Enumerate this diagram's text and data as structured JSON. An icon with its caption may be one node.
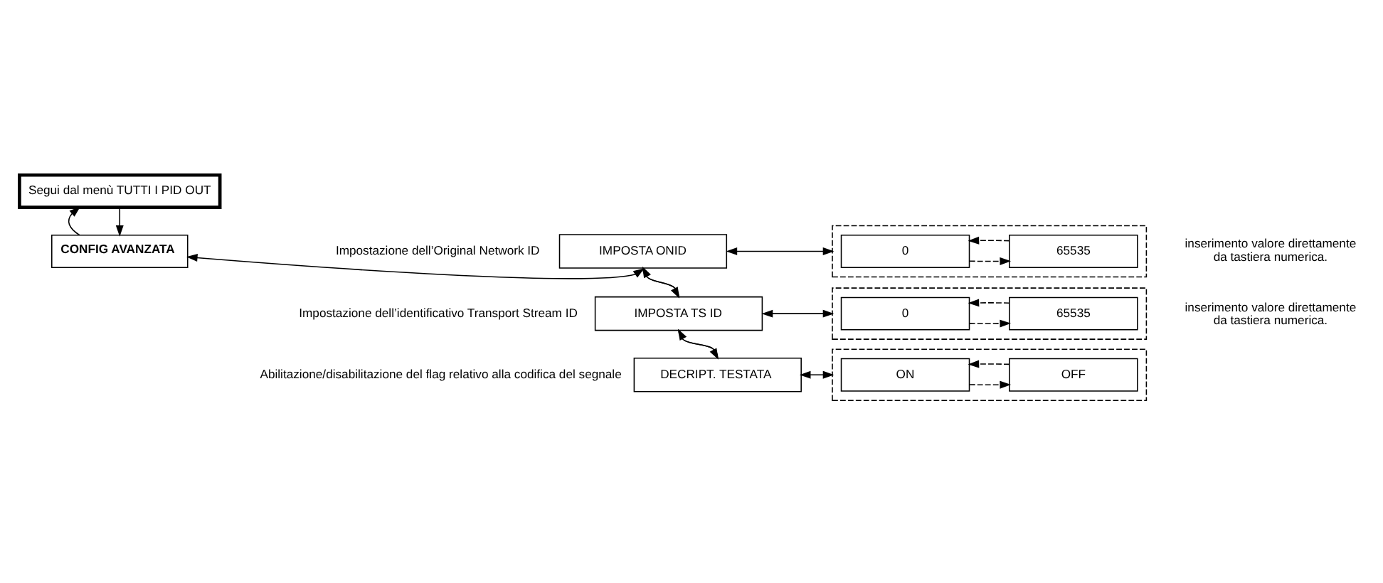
{
  "diagram": {
    "nodes": [
      {
        "text": [
          "Segui dal menù TUTTI I PID OUT"
        ]
      },
      {
        "text": [
          "CONFIG AVANZATA"
        ]
      },
      {
        "text": [
          "IMPOSTA ONID"
        ],
        "beside": [
          "Impostazione dell’Original Network ID"
        ]
      },
      {
        "text": [],
        "shape": "box"
      },
      {
        "text": [
          "0"
        ],
        "in": 3
      },
      {
        "text": [
          "65535"
        ],
        "in": 3
      },
      {
        "text": [
          "IMPOSTA TS ID"
        ],
        "beside": [
          "Impostazione dell’identificativo Transport Stream ID"
        ]
      },
      {
        "text": [],
        "shape": "box"
      },
      {
        "text": [
          "0"
        ],
        "in": 7
      },
      {
        "text": [
          "65535"
        ],
        "in": 7
      },
      {
        "text": [
          "DECRIPT. TESTATA"
        ],
        "beside": [
          "Abilitazione/disabilitazione del flag relativo alla codifica del segnale"
        ]
      },
      {
        "text": [],
        "shape": "box"
      },
      {
        "text": [
          "ON"
        ],
        "in": 11
      },
      {
        "text": [
          "OFF"
        ],
        "in": 11
      }
    ],
    "edges": [
      {
        "from": 0,
        "to": 1,
        "arrow": "to"
      },
      {
        "from": 1,
        "to": 0,
        "arrow": "to"
      },
      {
        "from": 1,
        "to": 2,
        "arrow": "both"
      },
      {
        "from": 2,
        "to": 3,
        "arrow": "both"
      },
      {
        "from": 4,
        "to": 5,
        "arrow": "to",
        "style": "dashed"
      },
      {
        "from": 5,
        "to": 4,
        "arrow": "to",
        "style": "dashed"
      },
      {
        "from": 2,
        "to": 6,
        "arrow": "to"
      },
      {
        "from": 6,
        "to": 2,
        "arrow": "to"
      },
      {
        "from": 6,
        "to": 7,
        "arrow": "both"
      },
      {
        "from": 8,
        "to": 9,
        "arrow": "to",
        "style": "dashed"
      },
      {
        "from": 9,
        "to": 8,
        "arrow": "to",
        "style": "dashed"
      },
      {
        "from": 6,
        "to": 10,
        "arrow": "to"
      },
      {
        "from": 10,
        "to": 6,
        "arrow": "to"
      },
      {
        "from": 10,
        "to": 11,
        "arrow": "both"
      },
      {
        "from": 12,
        "to": 13,
        "arrow": "to",
        "style": "dashed"
      },
      {
        "from": 13,
        "to": 12,
        "arrow": "to",
        "style": "dashed"
      }
    ],
    "labels": [
      "inserimento valore direttamente da tastiera numerica.",
      "inserimento valore direttamente da tastiera numerica."
    ]
  }
}
